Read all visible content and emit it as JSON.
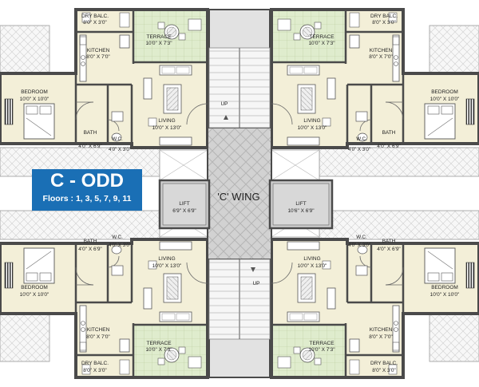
{
  "badge": {
    "title": "C - ODD",
    "floors": "Floors : 1, 3, 5, 7, 9, 11"
  },
  "wing_label": "'C' WING",
  "lifts": [
    {
      "name": "LIFT",
      "size": "6'9\" X 6'9\""
    },
    {
      "name": "LIFT",
      "size": "10'6\" X 6'9\""
    }
  ],
  "stairs": {
    "up_label": "UP"
  },
  "units": {
    "top_left": {
      "dry_balcony": {
        "name": "DRY BALC.",
        "size": "8'0\" X 3'0\""
      },
      "kitchen": {
        "name": "KITCHEN",
        "size": "8'0\" X 7'0\""
      },
      "terrace": {
        "name": "TERRACE",
        "size": "10'0\" X 7'3\""
      },
      "bedroom": {
        "name": "BEDROOM",
        "size": "10'0\" X 10'0\""
      },
      "living": {
        "name": "LIVING",
        "size": "10'0\" X 13'0\""
      },
      "bath": {
        "name": "BATH",
        "size": "4'0\" X 6'9\""
      },
      "wc": {
        "name": "W.C.",
        "size": "4'0\" X 3'0\""
      }
    },
    "top_right": {
      "dry_balcony": {
        "name": "DRY BALC.",
        "size": "8'0\" X 3'0\""
      },
      "kitchen": {
        "name": "KITCHEN",
        "size": "8'0\" X 7'0\""
      },
      "terrace": {
        "name": "TERRACE",
        "size": "10'0\" X 7'3\""
      },
      "bedroom": {
        "name": "BEDROOM",
        "size": "10'0\" X 10'0\""
      },
      "living": {
        "name": "LIVING",
        "size": "10'0\" X 13'0\""
      },
      "bath": {
        "name": "BATH",
        "size": "4'0\" X 6'9\""
      },
      "wc": {
        "name": "W.C.",
        "size": "4'0\" X 3'0\""
      }
    },
    "bottom_left": {
      "dry_balcony": {
        "name": "DRY BALC.",
        "size": "8'0\" X 3'0\""
      },
      "kitchen": {
        "name": "KITCHEN",
        "size": "8'0\" X 7'0\""
      },
      "terrace": {
        "name": "TERRACE",
        "size": "10'0\" X 7'3\""
      },
      "bedroom": {
        "name": "BEDROOM",
        "size": "10'0\" X 10'0\""
      },
      "living": {
        "name": "LIVING",
        "size": "10'0\" X 13'0\""
      },
      "bath": {
        "name": "BATH",
        "size": "4'0\" X 6'9\""
      },
      "wc": {
        "name": "W.C.",
        "size": "4'0\" X 3'0\""
      }
    },
    "bottom_right": {
      "dry_balcony": {
        "name": "DRY BALC.",
        "size": "8'0\" X 3'0\""
      },
      "kitchen": {
        "name": "KITCHEN",
        "size": "8'0\" X 7'0\""
      },
      "terrace": {
        "name": "TERRACE",
        "size": "10'0\" X 7'3\""
      },
      "bedroom": {
        "name": "BEDROOM",
        "size": "10'0\" X 10'0\""
      },
      "living": {
        "name": "LIVING",
        "size": "10'0\" X 13'0\""
      },
      "bath": {
        "name": "BATH",
        "size": "4'0\" X 6'9\""
      },
      "wc": {
        "name": "W.C.",
        "size": "4'0\" X 3'0\""
      }
    }
  },
  "colors": {
    "wall": "#4a4a4a",
    "room_fill": "#f3efd8",
    "terrace_fill": "#e6f0d6",
    "corridor_fill": "#d3d3d3",
    "badge_fill": "#1a6fb5",
    "badge_text": "#ffffff"
  }
}
